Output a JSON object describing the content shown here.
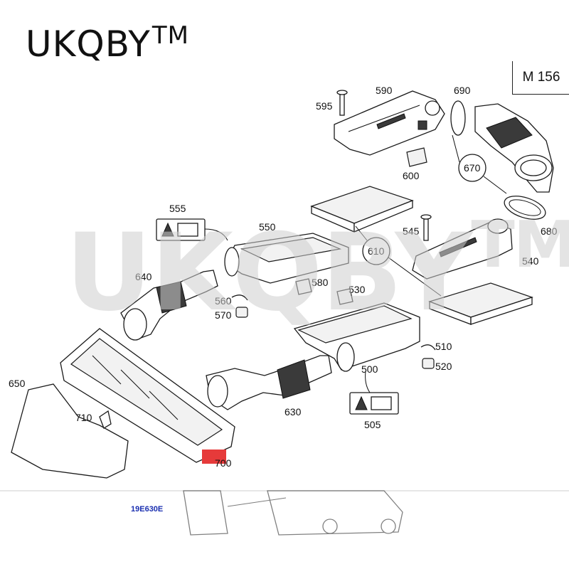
{
  "brand": {
    "name": "UKQBY",
    "tm": "TM"
  },
  "watermark": {
    "text": "UKQBY",
    "tm": "TM"
  },
  "model": "M 156",
  "reference_code": "19E630E",
  "parts": {
    "p505": "505",
    "p510": "510",
    "p520": "520",
    "p530": "530",
    "p540": "540",
    "p545": "545",
    "p550": "550",
    "p555": "555",
    "p560": "560",
    "p570": "570",
    "p580": "580",
    "p590": "590",
    "p595": "595",
    "p600": "600",
    "p610": "610",
    "p630": "630",
    "p640": "640",
    "p650": "650",
    "p670": "670",
    "p680": "680",
    "p690": "690",
    "p700": "700",
    "p710": "710",
    "p500": "500"
  },
  "colors": {
    "highlight": "#e63a3a",
    "reference": "#1a2fb0",
    "watermark": "#cfcfcf"
  }
}
